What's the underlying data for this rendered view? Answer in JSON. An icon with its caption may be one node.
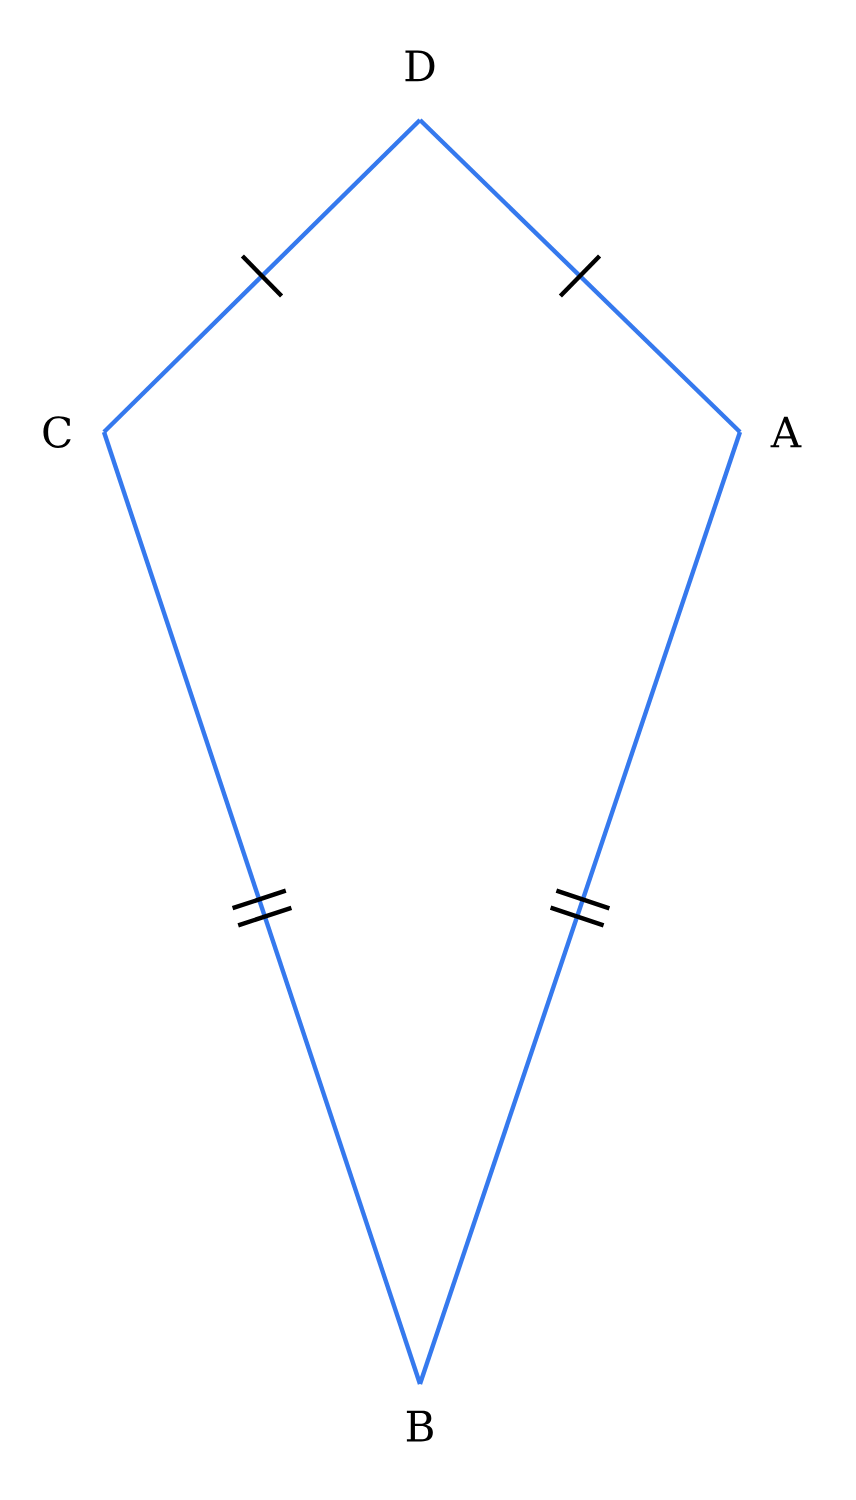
{
  "diagram": {
    "nodes": [
      {
        "text": [
          "D"
        ]
      },
      {
        "text": [
          "C"
        ]
      },
      {
        "text": [
          "A"
        ]
      },
      {
        "text": [
          "B"
        ]
      }
    ],
    "edges": [
      {
        "from": 0,
        "to": 2,
        "arrow": "none"
      },
      {
        "from": 0,
        "to": 1,
        "arrow": "none"
      },
      {
        "from": 1,
        "to": 3,
        "arrow": "none"
      },
      {
        "from": 2,
        "to": 3,
        "arrow": "none"
      }
    ]
  }
}
